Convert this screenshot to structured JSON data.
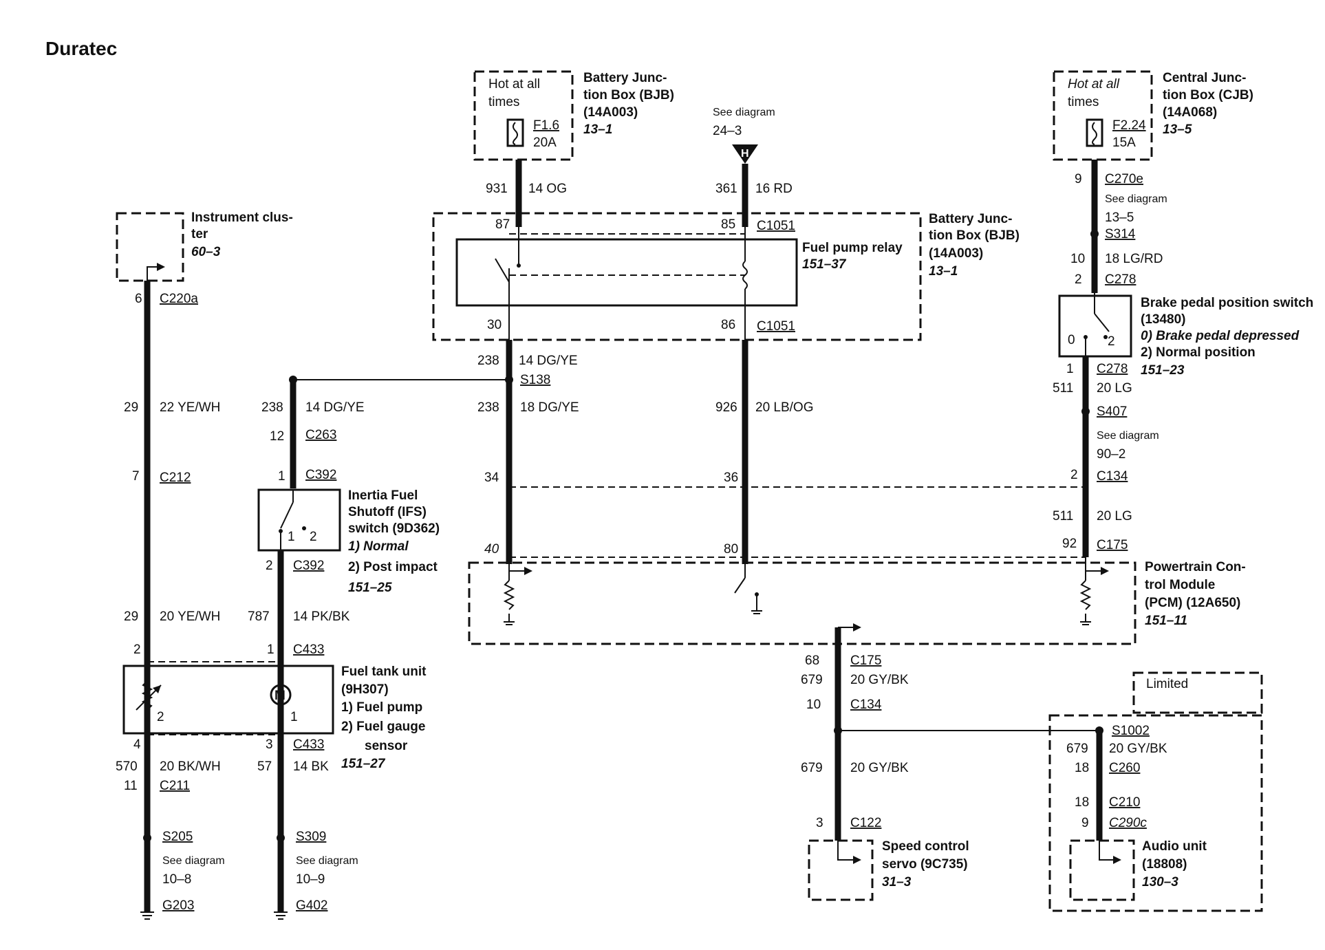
{
  "title": "Duratec",
  "bjb_top": {
    "hot_line1": "Hot at all",
    "hot_line2": "times",
    "fuse_id": "F1.6",
    "fuse_rating": "20A",
    "name_line1": "Battery Junc-",
    "name_line2": "tion Box (BJB)",
    "part": "(14A003)",
    "ref": "13–1"
  },
  "cjb": {
    "hot_line1": "Hot at all",
    "hot_line2": "times",
    "fuse_id": "F2.24",
    "fuse_rating": "15A",
    "name_line1": "Central Junc-",
    "name_line2": "tion Box (CJB)",
    "part": "(14A068)",
    "ref": "13–5"
  },
  "see_diagram_h": {
    "label": "See diagram",
    "ref": "24–3",
    "flag": "H"
  },
  "instrument_cluster": {
    "line1": "Instrument clus-",
    "line2": "ter",
    "ref": "60–3"
  },
  "bjb_relay_box": {
    "name_line1": "Battery Junc-",
    "name_line2": "tion Box (BJB)",
    "part": "(14A003)",
    "ref": "13–1",
    "relay_name": "Fuel pump relay",
    "relay_ref": "151–37",
    "pins": {
      "p87": "87",
      "p85": "85",
      "p30": "30",
      "p86": "86"
    },
    "connector": "C1051"
  },
  "brake_switch": {
    "name": "Brake pedal position switch",
    "part": "(13480)",
    "state0": "0)   Brake pedal depressed",
    "state2": "2)   Normal position",
    "ref": "151–23",
    "pos0": "0",
    "pos2": "2"
  },
  "ifs_switch": {
    "line1": "Inertia Fuel",
    "line2": "Shutoff (IFS)",
    "line3": "switch (9D362)",
    "state1": "1)   Normal",
    "state2": "2)   Post impact",
    "ref": "151–25",
    "pos1": "1",
    "pos2": "2"
  },
  "pcm": {
    "line1": "Powertrain Con-",
    "line2": "trol Module",
    "line3": "(PCM) (12A650)",
    "ref": "151–11"
  },
  "fuel_tank": {
    "line1": "Fuel tank unit",
    "line2": "(9H307)",
    "item1": "1)   Fuel pump",
    "item2a": "2)   Fuel gauge",
    "item2b": "sensor",
    "ref": "151–27",
    "motor": "M",
    "pin2": "2",
    "pin1": "1"
  },
  "speed_servo": {
    "line1": "Speed control",
    "line2": "servo (9C735)",
    "ref": "31–3"
  },
  "audio_unit": {
    "line1": "Audio unit",
    "line2": "(18808)",
    "ref": "130–3",
    "limited": "Limited"
  },
  "labels": {
    "w931": "931",
    "w931c": "14 OG",
    "w361": "361",
    "w361c": "16 RD",
    "c270e_pin": "9",
    "c270e": "C270e",
    "see_diagram": "See diagram",
    "ref_13_5": "13–5",
    "s314": "S314",
    "w10": "10",
    "w10c": "18 LG/RD",
    "c278_pin2": "2",
    "c278": "C278",
    "c278_pin1": "1",
    "w511a": "511",
    "w511ac": "20 LG",
    "s407": "S407",
    "ref_90_2": "90–2",
    "c134_pin2": "2",
    "c134": "C134",
    "w511b": "511",
    "w511bc": "20 LG",
    "c175_pin92": "92",
    "c175": "C175",
    "c220a_pin": "6",
    "c220a": "C220a",
    "w29a": "29",
    "w29ac": "22 YE/WH",
    "c212_pin": "7",
    "c212": "C212",
    "w29b": "29",
    "w29bc": "20 YE/WH",
    "c433_pin2": "2",
    "c433": "C433",
    "w238a": "238",
    "w238ac": "14 DG/YE",
    "s138": "S138",
    "w238b": "238",
    "w238bc": "18 DG/YE",
    "w238c": "238",
    "w238cc": "14 DG/YE",
    "c263_pin": "12",
    "c263": "C263",
    "c392_pin1": "1",
    "c392": "C392",
    "c392_pin2": "2",
    "w787": "787",
    "w787c": "14 PK/BK",
    "c433_pin1": "1",
    "w926": "926",
    "w926c": "20 LB/OG",
    "pcm_pin34": "34",
    "pcm_pin36": "36",
    "pcm_pin40": "40",
    "pcm_pin80": "80",
    "c175_pin68": "68",
    "w679a": "679",
    "w679ac": "20 GY/BK",
    "c134_pin10": "10",
    "w679b": "679",
    "w679bc": "20 GY/BK",
    "c122_pin": "3",
    "c122": "C122",
    "s1002": "S1002",
    "w679c": "679",
    "w679cc": "20 GY/BK",
    "c260_pin": "18",
    "c260": "C260",
    "c210_pin": "18",
    "c210": "C210",
    "c290c_pin": "9",
    "c290c": "C290c",
    "c211_pin4": "4",
    "w570": "570",
    "w570c": "20 BK/WH",
    "c211_pin11": "11",
    "c211": "C211",
    "c433b_pin3": "3",
    "c433b": "C433",
    "w57": "57",
    "w57c": "14 BK",
    "s205": "S205",
    "ref_10_8": "10–8",
    "g203": "G203",
    "s309": "S309",
    "ref_10_9": "10–9",
    "g402": "G402"
  }
}
